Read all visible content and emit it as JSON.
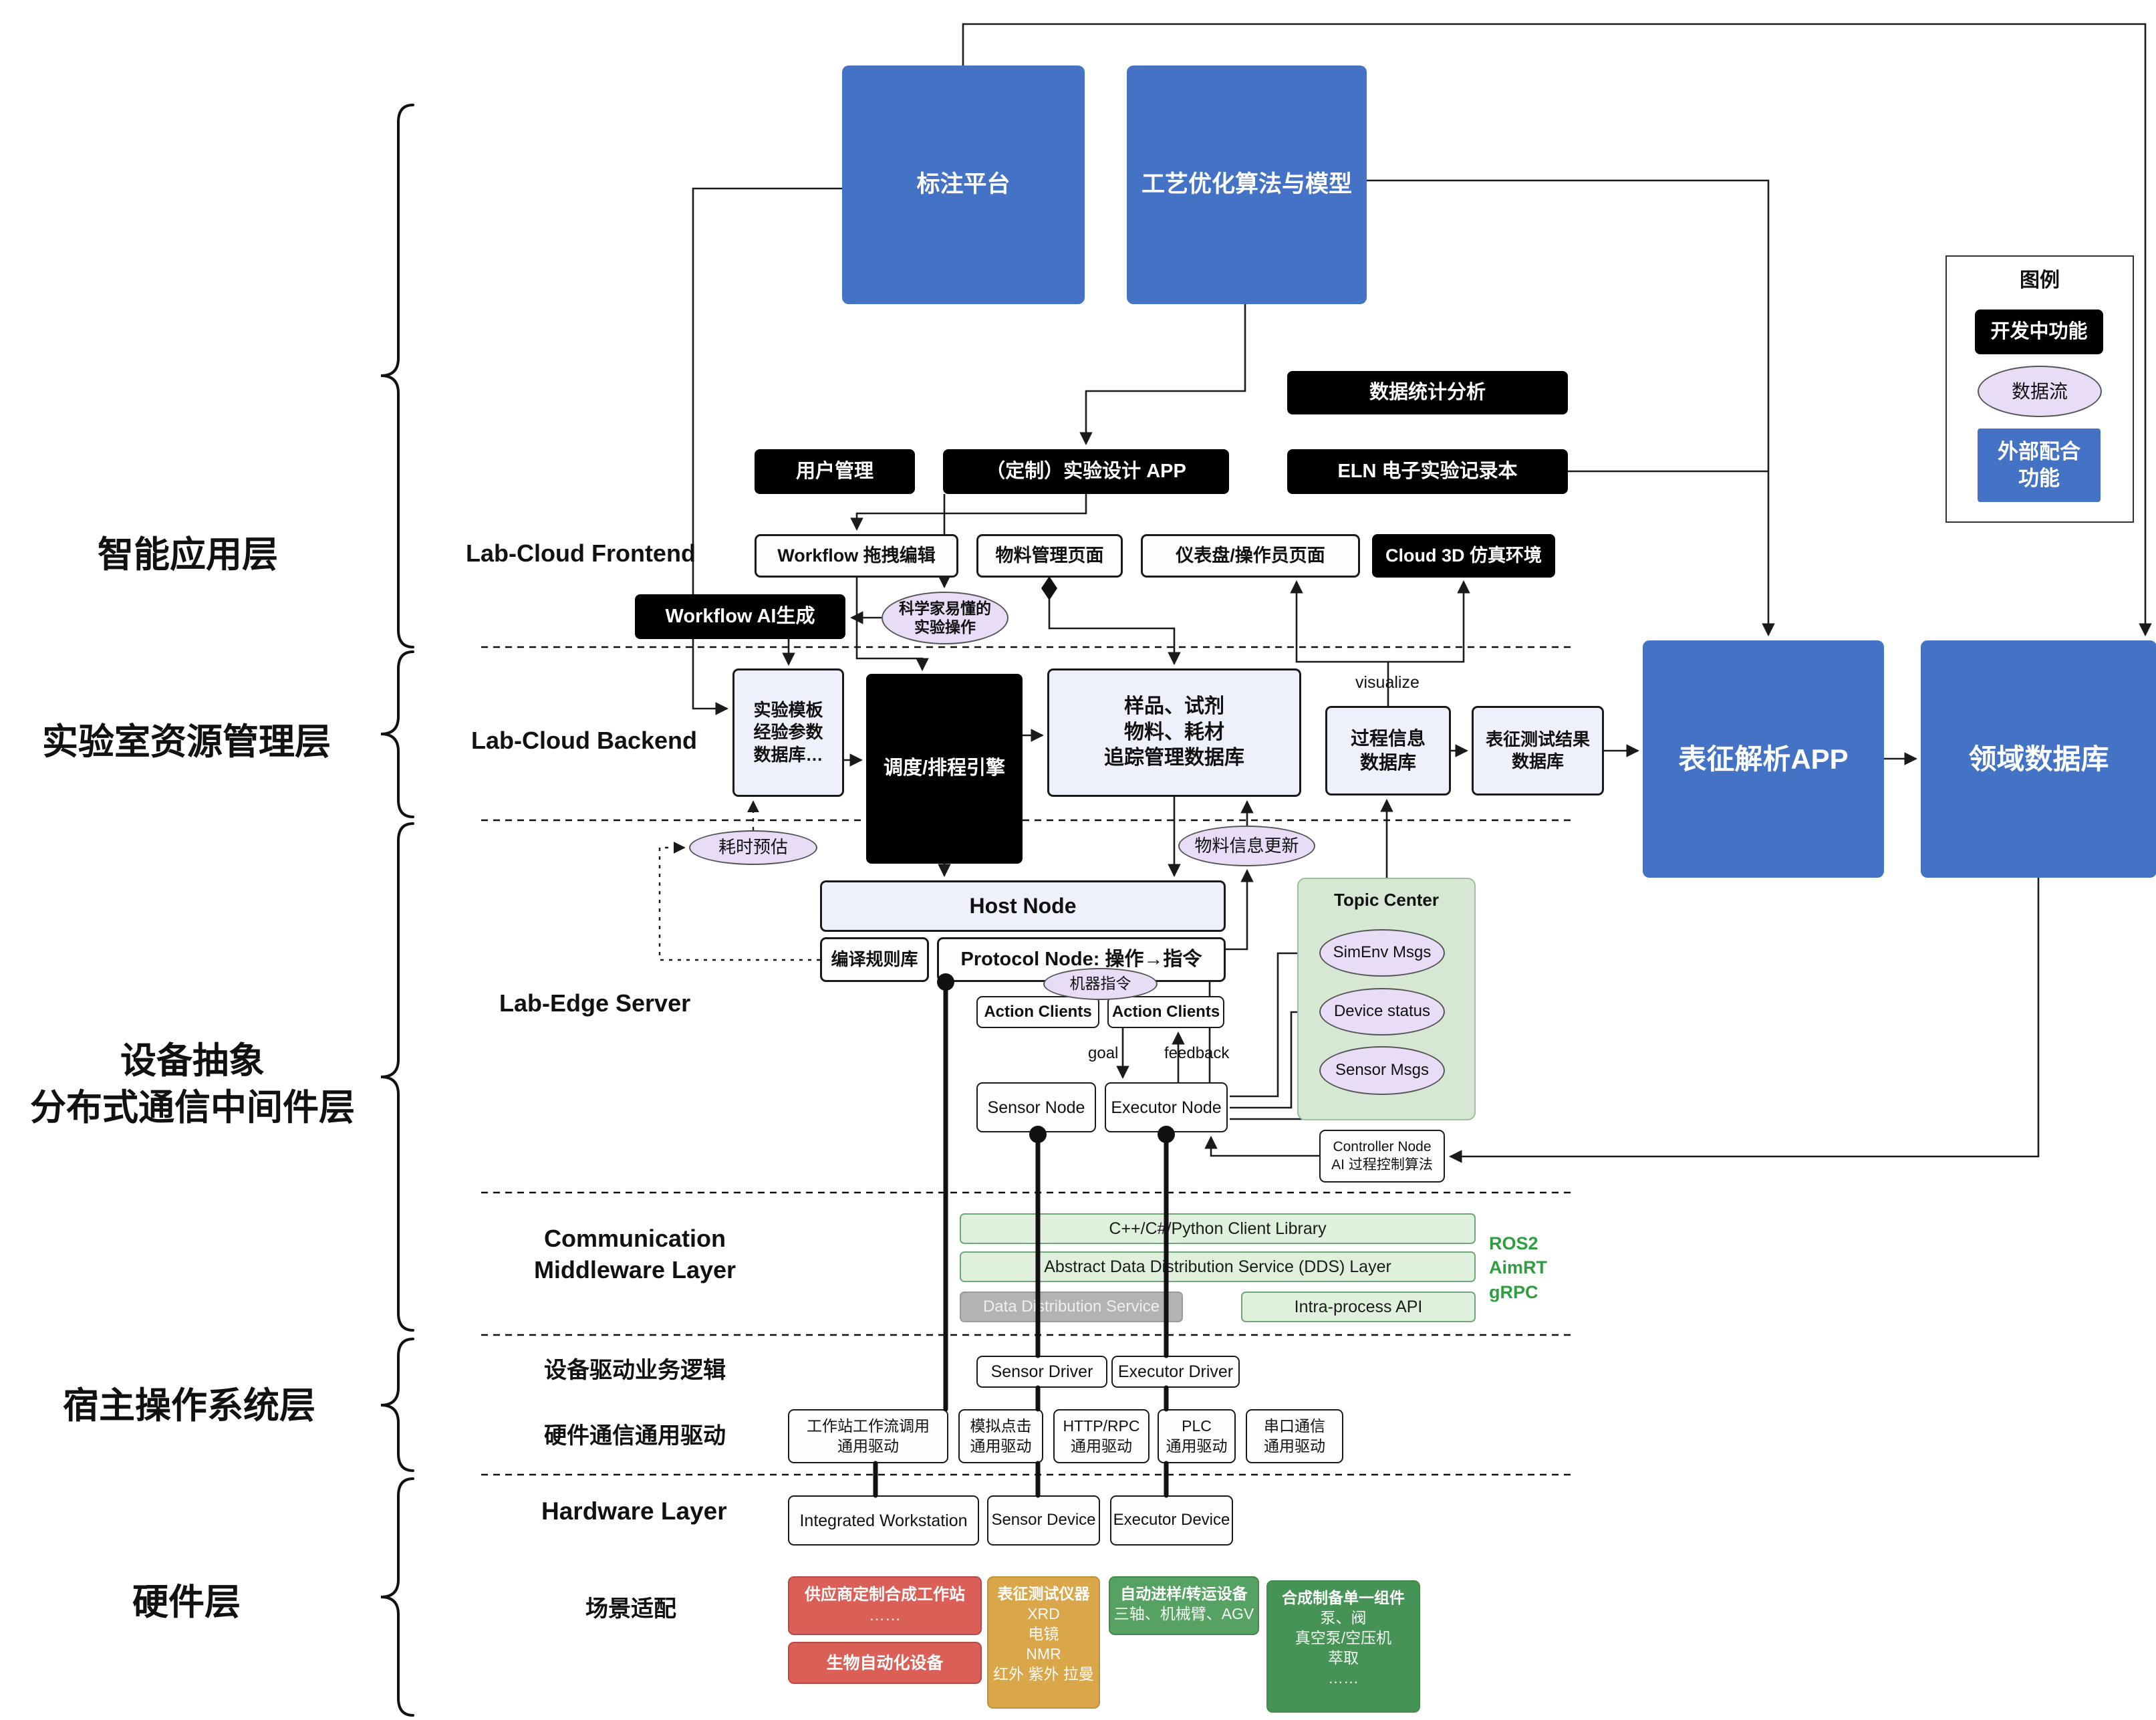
{
  "colors": {
    "blue": "#4472C4",
    "black": "#000000",
    "purple-fill": "#E8DCF7",
    "green-fill": "#D6E8D4",
    "mw-fill": "#DFF0DC",
    "mw-border": "#6FA876",
    "gray-fill": "#B3B3B3",
    "red-fill": "#D95F57",
    "gold-fill": "#D9A74A",
    "hwgreen-fill": "#56A263"
  },
  "blue_nodes": {
    "annotation_platform": "标注平台",
    "process_opt": "工艺优化算法与模型",
    "char_app": "表征解析APP",
    "domain_db": "领域数据库"
  },
  "legend": {
    "title": "图例",
    "dev": "开发中功能",
    "dataflow": "数据流",
    "external": "外部配合\n功能"
  },
  "layers": {
    "app": "智能应用层",
    "resource": "实验室资源管理层",
    "middleware": "设备抽象\n分布式通信中间件层",
    "host_os": "宿主操作系统层",
    "hardware": "硬件层"
  },
  "frontend": {
    "label": "Lab-Cloud Frontend",
    "stats": "数据统计分析",
    "user_mgmt": "用户管理",
    "custom_app": "（定制）实验设计 APP",
    "eln": "ELN 电子实验记录本",
    "workflow_edit": "Workflow 拖拽编辑",
    "material_page": "物料管理页面",
    "dashboard": "仪表盘/操作员页面",
    "cloud3d": "Cloud 3D 仿真环境",
    "workflow_ai": "Workflow AI生成",
    "sci_ops": "科学家易懂的\n实验操作"
  },
  "backend": {
    "label": "Lab-Cloud Backend",
    "template_db": "实验模板\n经验参数\n数据库…",
    "scheduler": "调度/排程引擎",
    "sample_db": "样品、试剂\n物料、耗材\n追踪管理数据库",
    "process_db": "过程信息\n数据库",
    "char_result_db": "表征测试结果\n数据库",
    "visualize": "visualize",
    "time_estimate": "耗时预估",
    "material_update": "物料信息更新"
  },
  "edge": {
    "label": "Lab-Edge Server",
    "host_node": "Host Node",
    "compile_rules": "编译规则库",
    "protocol_node": "Protocol Node: 操作→指令",
    "machine_cmd": "机器指令",
    "action_clients_1": "Action Clients",
    "action_clients_2": "Action Clients",
    "goal": "goal",
    "feedback": "feedback",
    "sensor_node": "Sensor Node",
    "executor_node": "Executor Node",
    "topic_center": "Topic Center",
    "sim_msgs": "SimEnv Msgs",
    "device_status": "Device status",
    "sensor_msgs": "Sensor Msgs",
    "controller_node": "Controller Node\nAI 过程控制算法"
  },
  "comm": {
    "label": "Communication\nMiddleware Layer",
    "client_lib": "C++/C#/Python Client Library",
    "dds_layer": "Abstract Data Distribution Service (DDS) Layer",
    "dds_service": "Data Distribution Service",
    "intra_api": "Intra-process API",
    "stacks": "ROS2\nAimRT\ngRPC"
  },
  "host": {
    "device_logic_label": "设备驱动业务逻辑",
    "sensor_driver": "Sensor Driver",
    "executor_driver": "Executor Driver",
    "hw_comm_label": "硬件通信通用驱动",
    "drv_workstation": "工作站工作流调用\n通用驱动",
    "drv_click": "模拟点击\n通用驱动",
    "drv_http": "HTTP/RPC\n通用驱动",
    "drv_plc": "PLC\n通用驱动",
    "drv_serial": "串口通信\n通用驱动"
  },
  "hardware": {
    "label": "Hardware Layer",
    "integrated_ws": "Integrated Workstation",
    "sensor_device": "Sensor Device",
    "executor_device": "Executor Device",
    "scene_label": "场景适配",
    "vendor_ws_title": "供应商定制合成工作站",
    "vendor_ws_sub": "……",
    "bio_auto": "生物自动化设备",
    "char_title": "表征测试仪器",
    "char_items": "XRD\n电镜\nNMR\n红外 紫外 拉曼",
    "transfer_title": "自动进样/转运设备",
    "transfer_sub": "三轴、机械臂、AGV",
    "synthesis_title": "合成制备单一组件",
    "synthesis_sub": "泵、阀\n真空泵/空压机\n萃取\n……"
  }
}
